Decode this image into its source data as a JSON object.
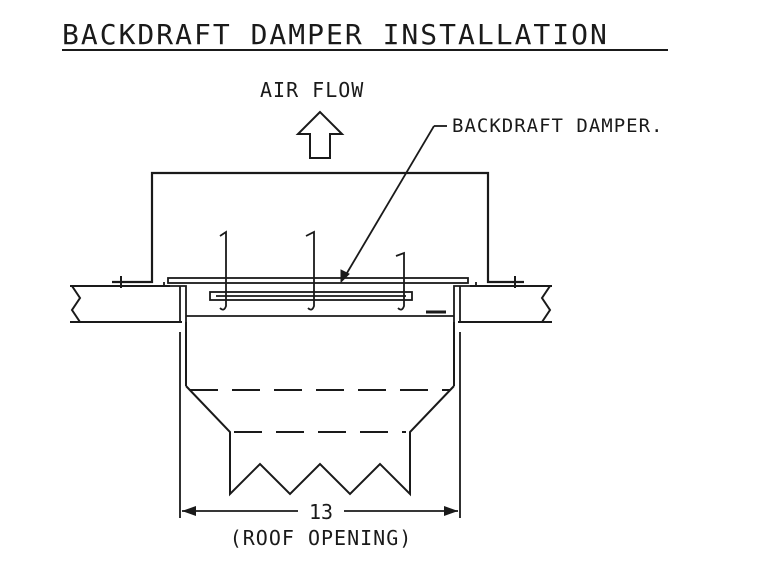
{
  "title": "BACKDRAFT DAMPER INSTALLATION",
  "labels": {
    "air_flow": "AIR FLOW",
    "damper_callout": "BACKDRAFT DAMPER.",
    "dimension_value": "13",
    "dimension_note": "(ROOF OPENING)"
  },
  "colors": {
    "ink": "#1a1a1a",
    "background": "#ffffff"
  }
}
